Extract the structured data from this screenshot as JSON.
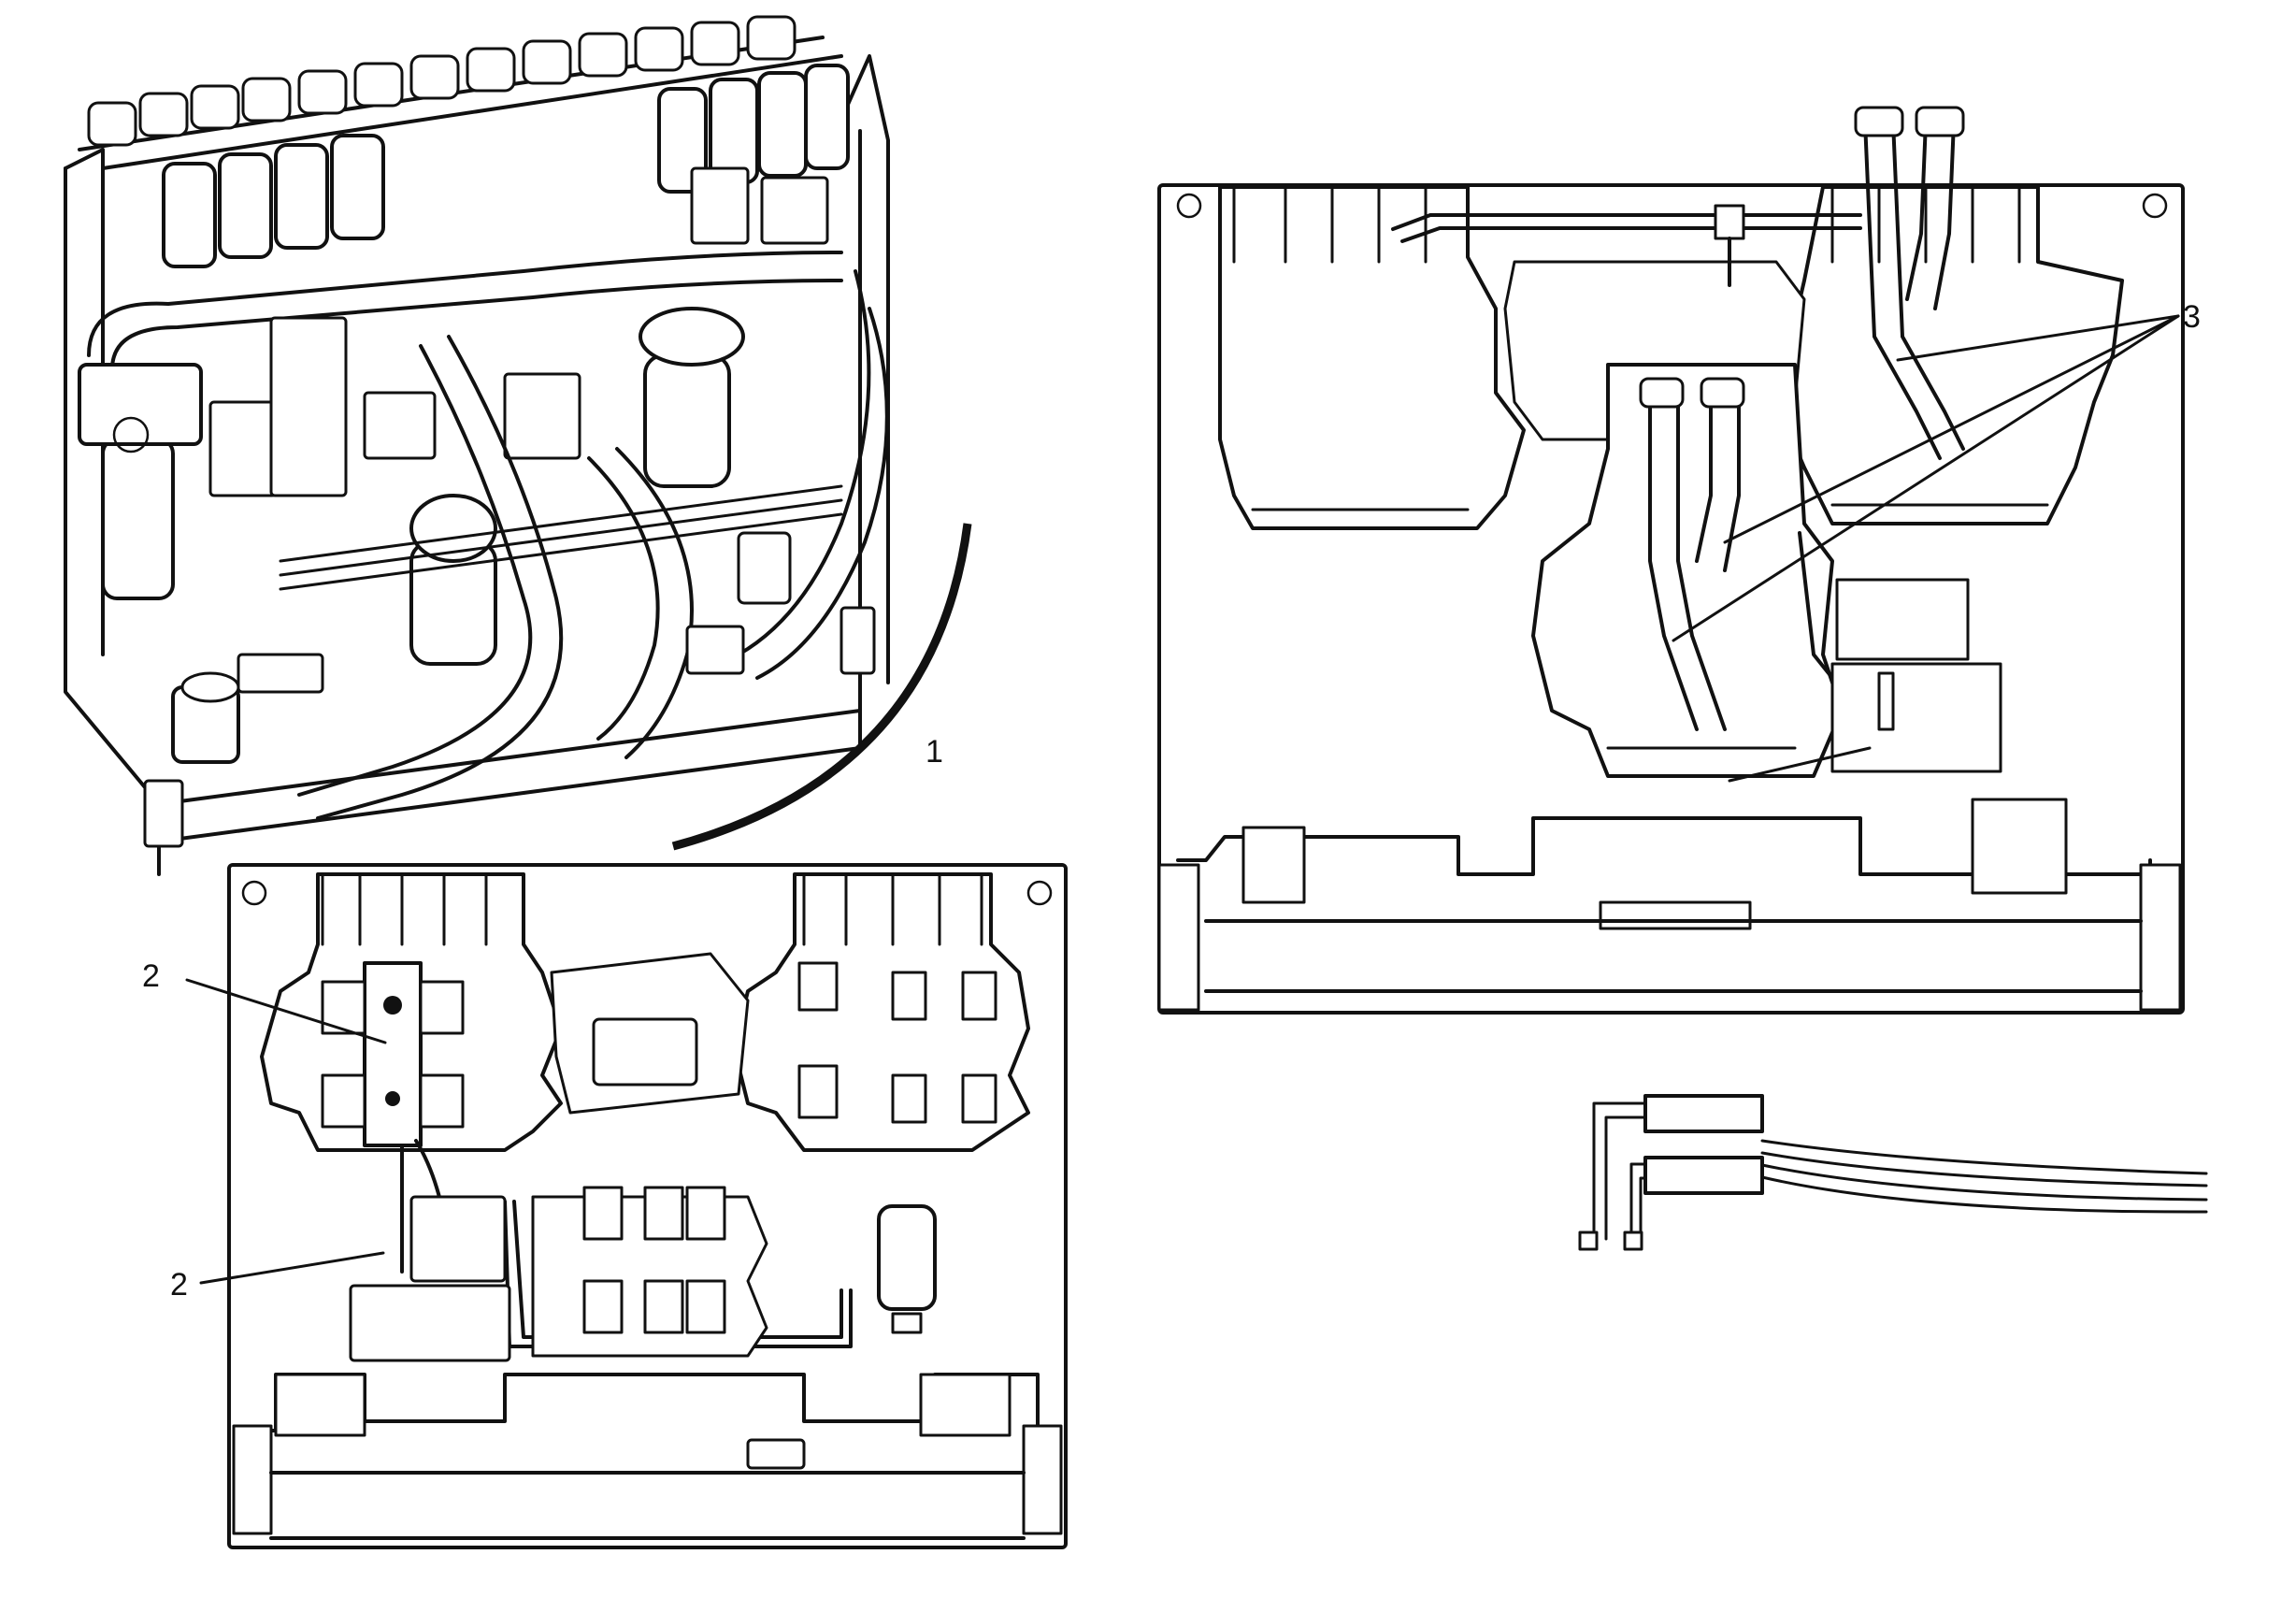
{
  "callouts": {
    "c1": "1",
    "c2a": "2",
    "c2b": "2",
    "c3": "3"
  }
}
